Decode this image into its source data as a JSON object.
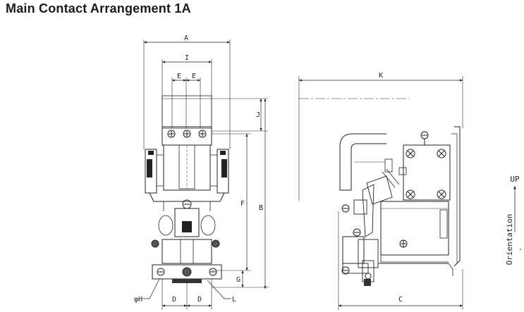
{
  "header": {
    "title": "Main Contact Arrangement  1A"
  },
  "front_view": {
    "dims": {
      "A": "A",
      "I": "I",
      "E1": "E",
      "E2": "E",
      "J": "J",
      "F": "F",
      "B": "B",
      "G": "G",
      "H": "φH",
      "D1": "D",
      "D2": "D",
      "L": "L"
    }
  },
  "side_view": {
    "dims": {
      "K": "K",
      "C": "C"
    }
  },
  "orientation": {
    "up": "UP",
    "label": "Orientation"
  }
}
